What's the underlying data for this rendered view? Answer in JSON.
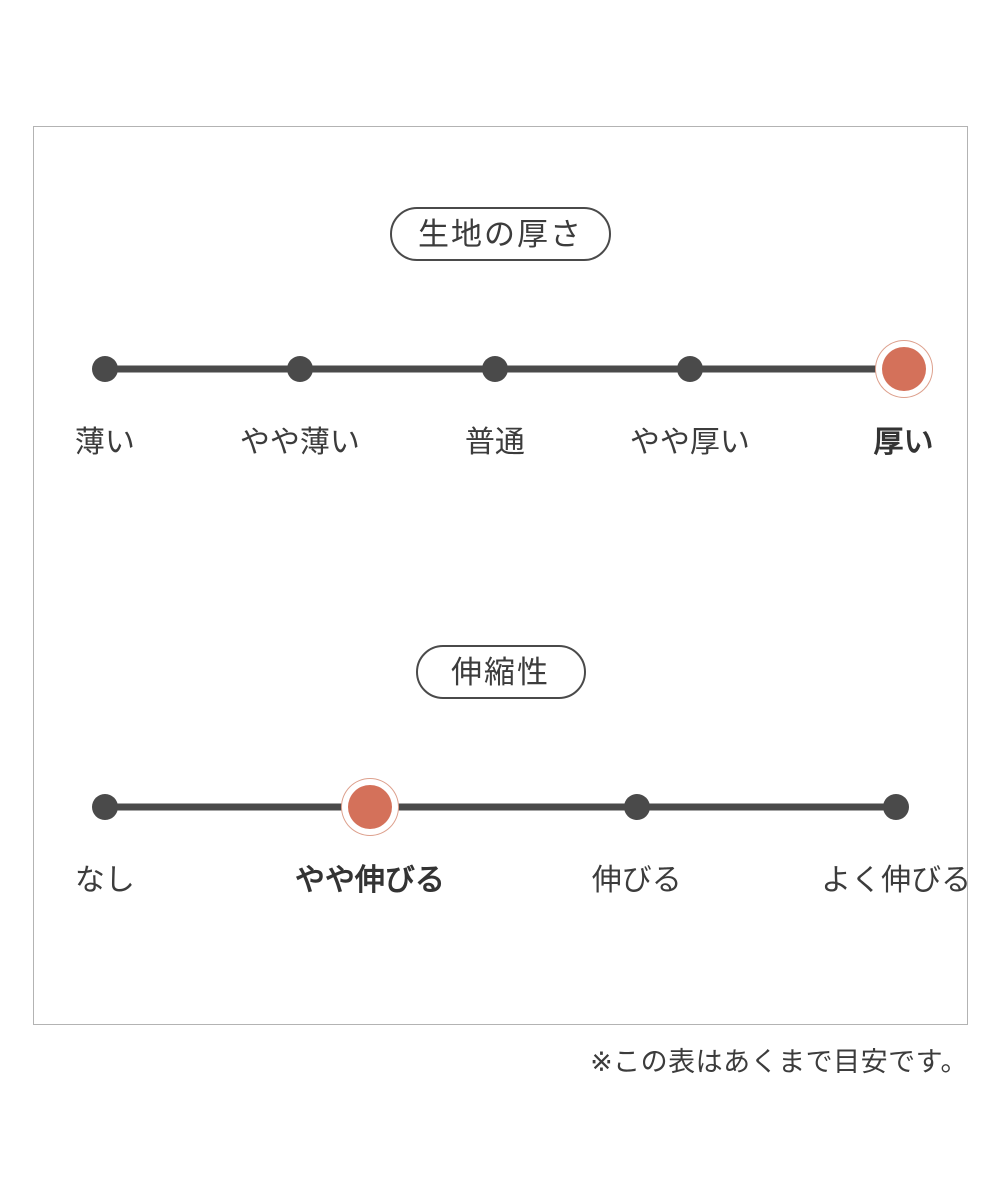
{
  "colors": {
    "active_fill": "#d4715a",
    "active_ring": "#dda08d",
    "inactive_dot": "#4a4a4a",
    "track": "#4a4a4a",
    "frame_border": "#b3b3b3",
    "text": "#3c3c3c"
  },
  "sections": [
    {
      "id": "thickness",
      "title": "生地の厚さ",
      "active_index": 4,
      "labels": [
        "薄い",
        "やや薄い",
        "普通",
        "やや厚い",
        "厚い"
      ],
      "positions_pct": [
        7.6,
        28.5,
        49.4,
        70.3,
        93.2
      ]
    },
    {
      "id": "stretch",
      "title": "伸縮性",
      "active_index": 1,
      "labels": [
        "なし",
        "やや伸びる",
        "伸びる",
        "よく伸びる"
      ],
      "positions_pct": [
        7.6,
        36.0,
        64.6,
        92.4
      ]
    }
  ],
  "footnote": "※この表はあくまで目安です。",
  "chart_data": {
    "type": "table",
    "title": "生地の厚さ・伸縮性",
    "charts": [
      {
        "title": "生地の厚さ",
        "categories": [
          "薄い",
          "やや薄い",
          "普通",
          "やや厚い",
          "厚い"
        ],
        "selected": "厚い",
        "selected_index": 4,
        "scale_steps": 5
      },
      {
        "title": "伸縮性",
        "categories": [
          "なし",
          "やや伸びる",
          "伸びる",
          "よく伸びる"
        ],
        "selected": "やや伸びる",
        "selected_index": 1,
        "scale_steps": 4
      }
    ],
    "note": "※この表はあくまで目安です。"
  }
}
